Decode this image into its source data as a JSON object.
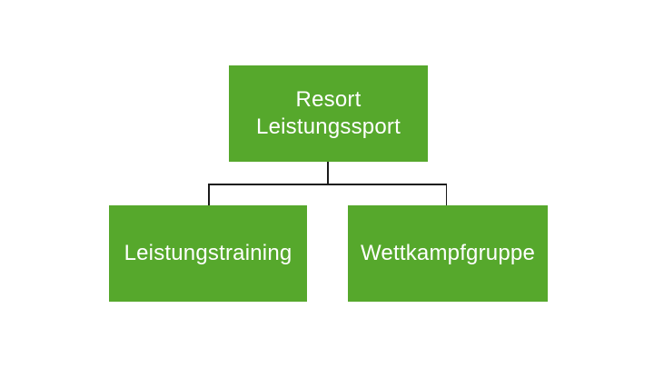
{
  "diagram": {
    "type": "org-chart",
    "colors": {
      "node_fill": "#56A82C",
      "node_text": "#ffffff",
      "connector": "#1a1a1a",
      "background": "#ffffff"
    },
    "root": {
      "label": "Resort Leistungssport"
    },
    "children": [
      {
        "label": "Leistungstraining"
      },
      {
        "label": "Wettkampfgruppe"
      }
    ]
  }
}
